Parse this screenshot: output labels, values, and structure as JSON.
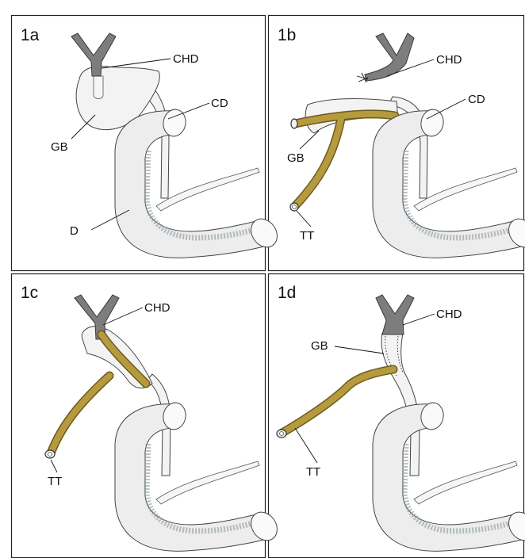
{
  "panels": [
    {
      "id": "1a",
      "label": "1a",
      "annotations": {
        "chd": "CHD",
        "cd": "CD",
        "gb": "GB",
        "d": "D"
      }
    },
    {
      "id": "1b",
      "label": "1b",
      "annotations": {
        "chd": "CHD",
        "cd": "CD",
        "gb": "GB",
        "tt": "TT"
      }
    },
    {
      "id": "1c",
      "label": "1c",
      "annotations": {
        "chd": "CHD",
        "tt": "TT"
      }
    },
    {
      "id": "1d",
      "label": "1d",
      "annotations": {
        "chd": "CHD",
        "gb": "GB",
        "tt": "TT"
      }
    }
  ],
  "colors": {
    "tube": "#b59a3e",
    "hepatic_duct": "#7d7d7d",
    "duodenum": "#ededed",
    "mucosa_shade": "#8a98a0"
  }
}
